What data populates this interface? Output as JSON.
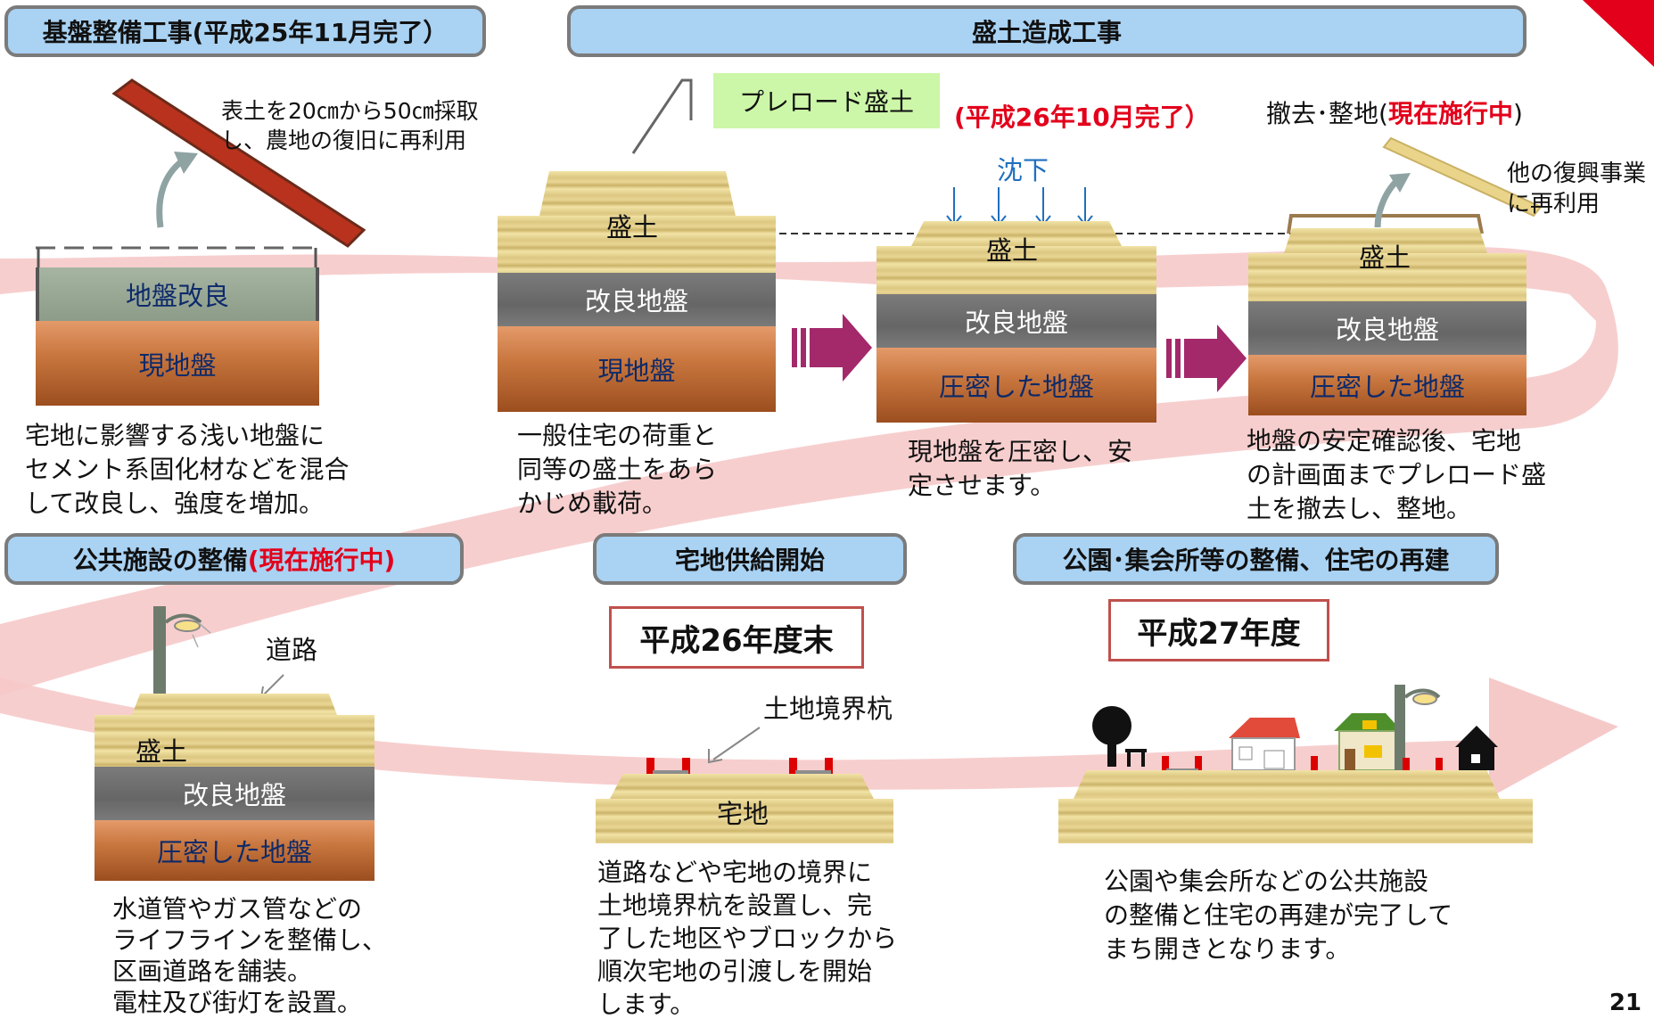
{
  "headers": {
    "h1_prefix": "基盤整備工事(",
    "h1_date": "平成25年11月完了",
    "h1_suffix": "）",
    "h2": "盛土造成工事",
    "h3_prefix": "公共施設の整備",
    "h3_status": "(現在施行中)",
    "h4": "宅地供給開始",
    "h5": "公園･集会所等の整備、住宅の再建"
  },
  "step1": {
    "note": "表土を20㎝から50㎝採取\nし、農地の復旧に再利用",
    "layer_improve": "地盤改良",
    "layer_native": "現地盤",
    "desc": "宅地に影響する浅い地盤に\nセメント系固化材などを混合\nして改良し、強度を増加。"
  },
  "step2": {
    "preload": "プレロード盛土",
    "completed": "(平成26年10月完了）",
    "fill": "盛土",
    "improved": "改良地盤",
    "native": "現地盤",
    "desc": "一般住宅の荷重と\n同等の盛土をあら\nかじめ載荷。"
  },
  "step3": {
    "settlement": "沈下",
    "fill": "盛土",
    "improved": "改良地盤",
    "compacted": "圧密した地盤",
    "desc": "現地盤を圧密し、安\n定させます。"
  },
  "step4": {
    "removal_prefix": "撤去･整地(",
    "removal_status": "現在施行中",
    "removal_suffix": ")",
    "reuse": "他の復興事業\nに再利用",
    "fill": "盛土",
    "improved": "改良地盤",
    "compacted": "圧密した地盤",
    "desc": "地盤の安定確認後、宅地\nの計画面までプレロード盛\n土を撤去し、整地。"
  },
  "step5": {
    "road": "道路",
    "fill": "盛土",
    "improved": "改良地盤",
    "compacted": "圧密した地盤",
    "desc": "水道管やガス管などの\nライフラインを整備し、\n区画道路を舗装。\n電柱及び街灯を設置。"
  },
  "step6": {
    "date": "平成26年度末",
    "stake": "土地境界杭",
    "lot": "宅地",
    "desc": "道路などや宅地の境界に\n土地境界杭を設置し、完\n了した地区やブロックから\n順次宅地の引渡しを開始\nします。"
  },
  "step7": {
    "date": "平成27年度",
    "desc": "公園や集会所などの公共施設\nの整備と住宅の再建が完了して\nまち開きとなります。"
  },
  "page_number": "21",
  "colors": {
    "header_bg": "#a9d2f3",
    "accent_red": "#e3001b",
    "arrow_purple": "#a3296b",
    "flow_band": "#f6c9c9"
  }
}
